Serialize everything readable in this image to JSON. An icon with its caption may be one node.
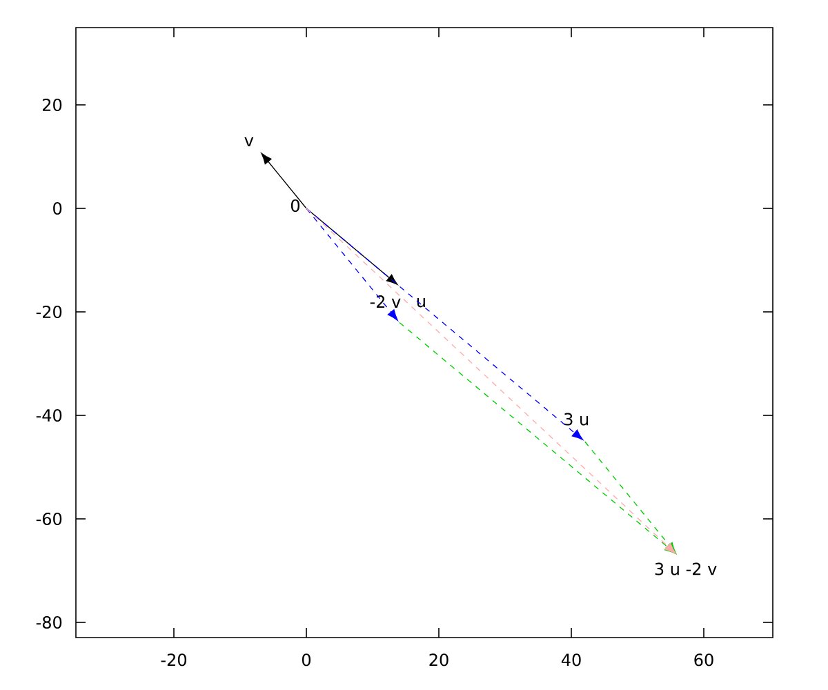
{
  "diagram": {
    "nodes": [
      {
        "text": [
          "0"
        ]
      },
      {
        "text": [
          "v"
        ]
      },
      {
        "text": [
          "u"
        ]
      },
      {
        "text": [
          "-2 v"
        ]
      },
      {
        "text": [
          "3 u"
        ]
      },
      {
        "text": [
          "3 u -2 v"
        ]
      }
    ],
    "edges": [
      {
        "from": 0,
        "to": 1,
        "arrow": "to"
      },
      {
        "from": 0,
        "to": 2,
        "arrow": "to"
      },
      {
        "from": 0,
        "to": 3,
        "arrow": "to",
        "style": "dashed",
        "color": "#0000ff"
      },
      {
        "from": 0,
        "to": 4,
        "arrow": "to",
        "style": "dashed",
        "color": "#0000ff"
      },
      {
        "from": 3,
        "to": 5,
        "arrow": "to",
        "style": "dashed",
        "color": "#00cc00"
      },
      {
        "from": 4,
        "to": 5,
        "arrow": "to",
        "style": "dashed",
        "color": "#00cc00"
      },
      {
        "from": 0,
        "to": 5,
        "arrow": "to",
        "style": "dashed",
        "color": "#ffaaaa"
      }
    ],
    "labels": [
      "20",
      "0",
      "-20",
      "-40",
      "-60",
      "-80",
      "-20",
      "0",
      "20",
      "40",
      "60"
    ]
  }
}
